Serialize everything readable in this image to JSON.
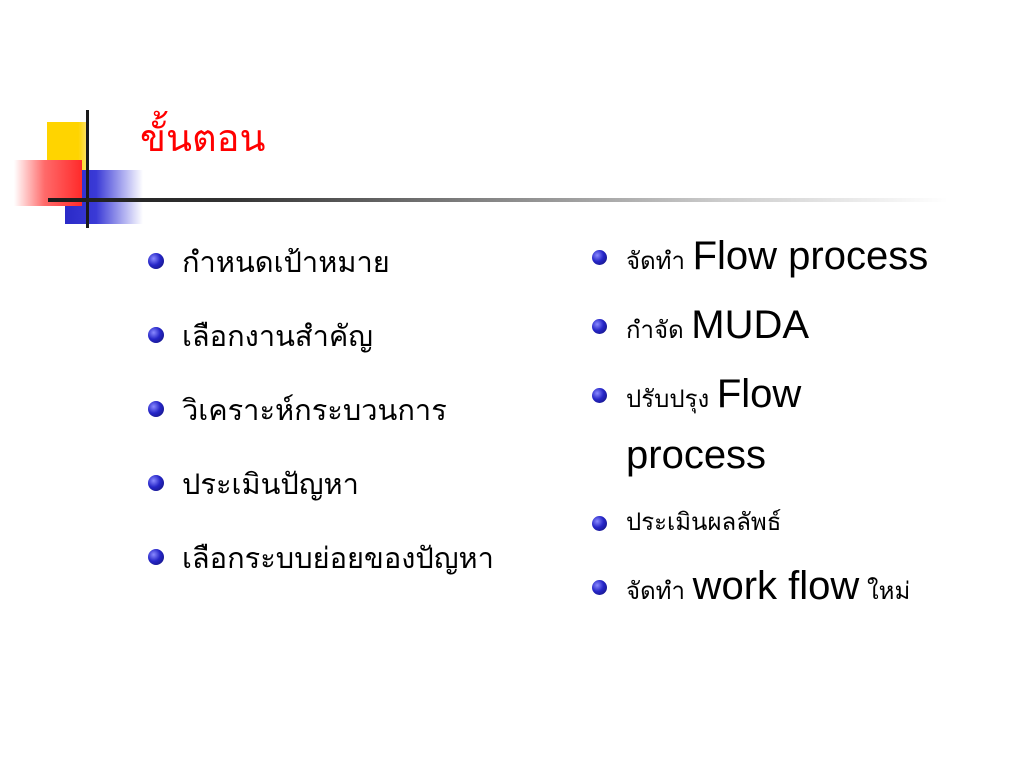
{
  "slide": {
    "title": "ขั้นตอน",
    "left_items": [
      "กำหนดเป้าหมาย",
      "เลือกงานสำคัญ",
      "วิเคราะห์กระบวนการ",
      "ประเมินปัญหา",
      "เลือกระบบย่อยของปัญหา"
    ],
    "right_items": [
      {
        "th": "จัดทำ",
        "en": "Flow process",
        "th_after": ""
      },
      {
        "th": "กำจัด",
        "en": "MUDA",
        "th_after": ""
      },
      {
        "th": "ปรับปรุง",
        "en": "Flow process",
        "th_after": ""
      },
      {
        "th": "ประเมินผลลัพธ์",
        "en": "",
        "th_after": ""
      },
      {
        "th": "จัดทำ",
        "en": "work flow",
        "th_after": "ใหม่"
      }
    ]
  },
  "colors": {
    "title": "#ff0000",
    "bullet": "#2626c8",
    "deco_yellow": "#ffd400",
    "deco_blue": "#2a2ac8",
    "deco_red": "#ff2a2a"
  }
}
